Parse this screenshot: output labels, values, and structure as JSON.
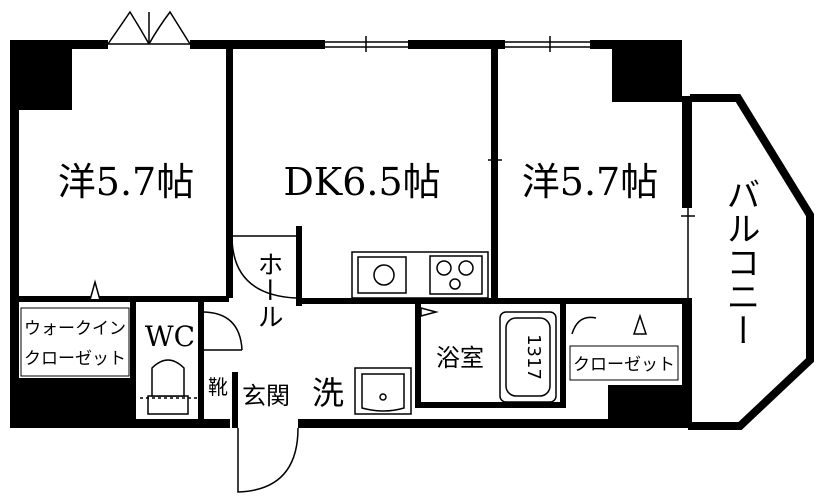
{
  "rooms": {
    "western_left": "洋5.7帖",
    "dk": "DK6.5帖",
    "western_right": "洋5.7帖",
    "balcony": "バルコニー",
    "walkin_line1": "ウォークイン",
    "walkin_line2": "クローゼット",
    "wc": "WC",
    "hall": "ホール",
    "shoes": "靴",
    "entrance": "玄関",
    "washroom": "洗",
    "bath": "浴室",
    "bathtub_size": "1317",
    "closet": "クローゼット"
  },
  "colors": {
    "wall": "#000000",
    "background": "#ffffff"
  }
}
